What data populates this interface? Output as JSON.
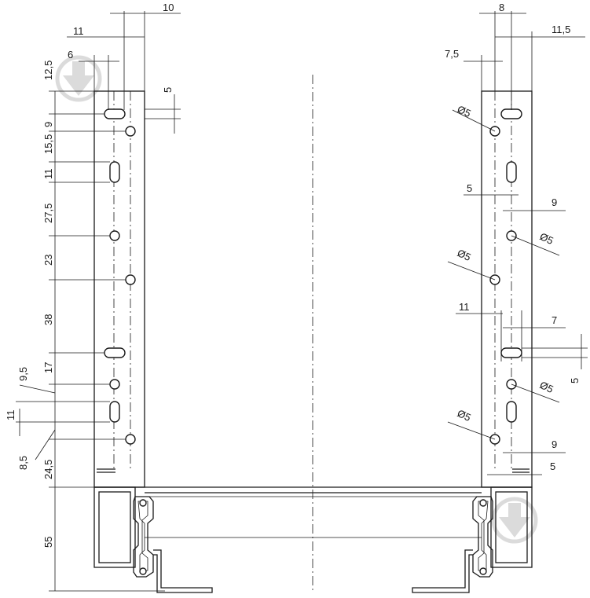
{
  "drawing": {
    "left_dims": {
      "top_10": "10",
      "top_11": "11",
      "top_6": "6",
      "side_12_5": "12,5",
      "slot_5": "5",
      "stack": [
        "9",
        "15,5",
        "11",
        "27,5",
        "23",
        "38",
        "17",
        "9,5",
        "11",
        "8,5",
        "24,5"
      ],
      "height_55": "55"
    },
    "right_dims": {
      "top_8": "8",
      "top_11_5": "11,5",
      "top_7_5": "7,5",
      "dia": "Ø5",
      "mid_5": "5",
      "mid_9": "9",
      "mid_11": "11",
      "mid_7": "7",
      "slot_5": "5",
      "bot_9": "9",
      "bot_5": "5"
    },
    "colors": {
      "line": "#1a1a1a",
      "watermark": "#d8d8d8",
      "background": "#ffffff"
    }
  }
}
